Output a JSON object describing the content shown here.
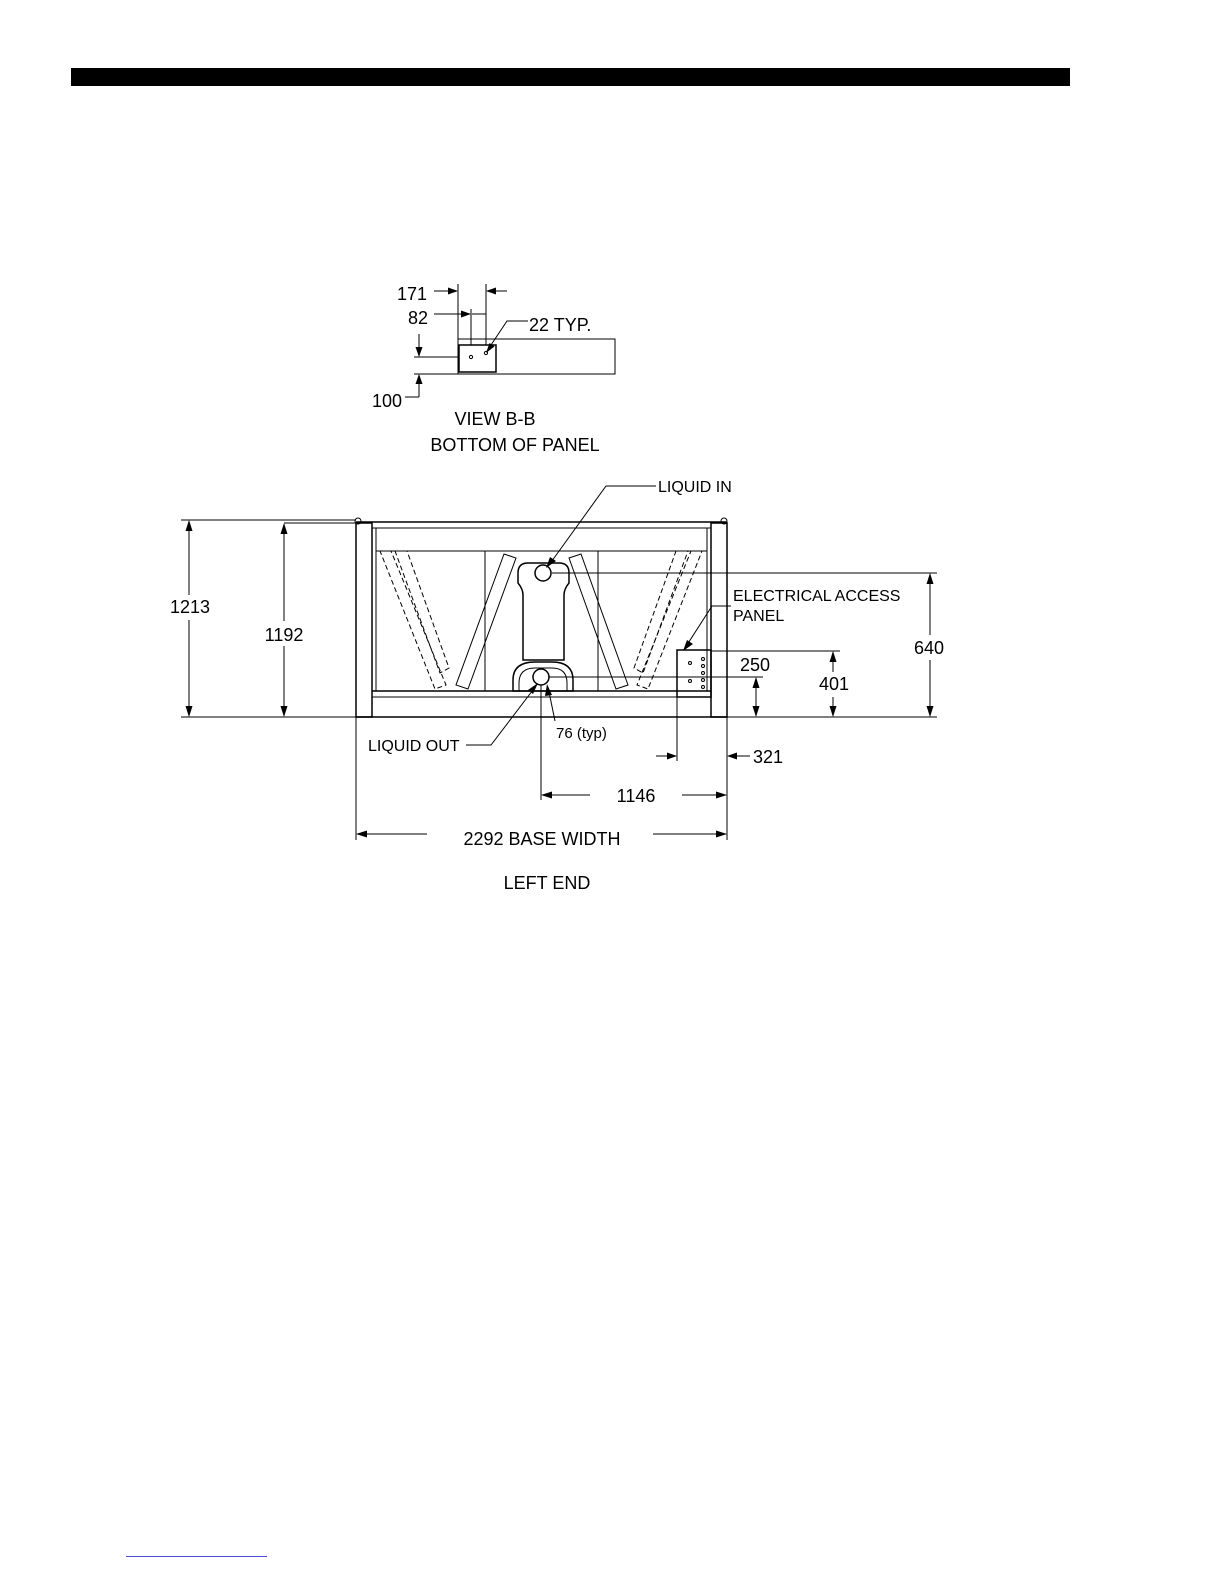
{
  "view_bb": {
    "dim_171": "171",
    "dim_82": "82",
    "dim_22": "22 TYP.",
    "dim_100": "100",
    "title": "VIEW B-B",
    "subtitle": "BOTTOM OF PANEL"
  },
  "left_end": {
    "liquid_in": "LIQUID IN",
    "elec_line1": "ELECTRICAL ACCESS",
    "elec_line2": "PANEL",
    "dim_1213": "1213",
    "dim_1192": "1192",
    "dim_640": "640",
    "dim_250": "250",
    "dim_401": "401",
    "liquid_out": "LIQUID OUT",
    "dim_76": "76 (typ)",
    "dim_321": "321",
    "dim_1146": "1146",
    "dim_2292": "2292 BASE WIDTH",
    "title": "LEFT END"
  }
}
